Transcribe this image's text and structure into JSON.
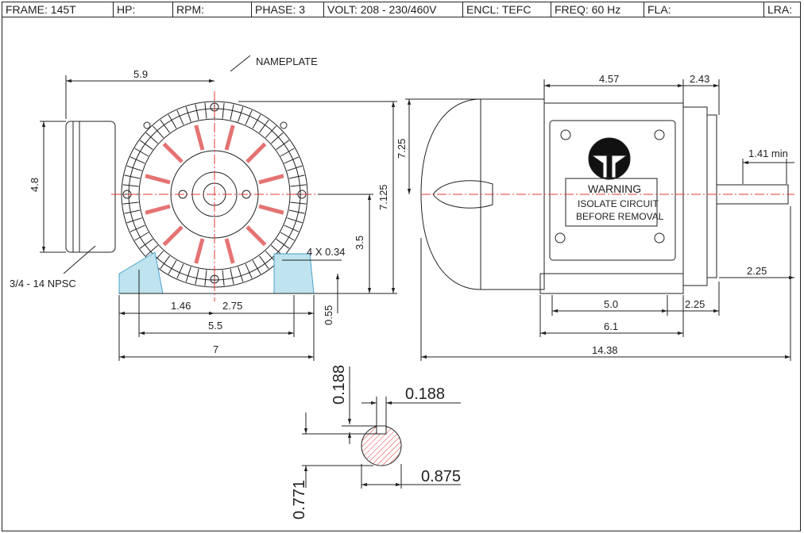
{
  "header": {
    "frame": "FRAME: 145T",
    "hp": "HP:",
    "rpm": "RPM:",
    "phase": "PHASE: 3",
    "volt": "VOLT: 208 - 230/460V",
    "encl": "ENCL: TEFC",
    "freq": "FREQ: 60 Hz",
    "fla": "FLA:",
    "lra": "LRA:"
  },
  "front_view": {
    "nameplate": "NAMEPLATE",
    "conduit": "3/4 - 14 NPSC",
    "d_5_9": "5.9",
    "d_4_8": "4.8",
    "d_7_25": "7.25",
    "d_7_125": "7.125",
    "d_3_5": "3.5",
    "d_4x034": "4 X 0.34",
    "d_0_55": "0.55",
    "d_1_46": "1.46",
    "d_2_75": "2.75",
    "d_5_5": "5.5",
    "d_7": "7"
  },
  "side_view": {
    "d_4_57": "4.57",
    "d_2_43": "2.43",
    "d_1_41": "1.41 min",
    "d_2_25a": "2.25",
    "d_5_0": "5.0",
    "d_2_25b": "2.25",
    "d_6_1": "6.1",
    "d_14_38": "14.38",
    "warning_title": "WARNING",
    "warning_line1": "ISOLATE CIRCUIT",
    "warning_line2": "BEFORE REMOVAL"
  },
  "shaft_detail": {
    "key_height": "0.188",
    "key_width": "0.188",
    "diameter": "0.875",
    "depth": "0.771"
  },
  "colors": {
    "line": "#222222",
    "center": "#e53935",
    "hatch": "#4aa3c9"
  }
}
